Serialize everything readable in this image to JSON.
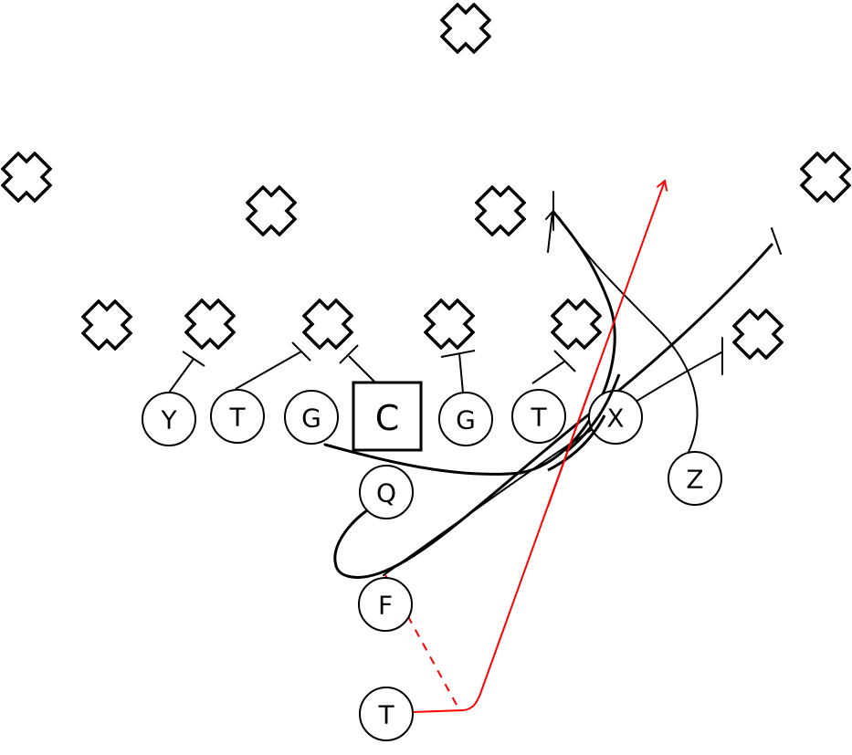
{
  "offense": [
    {
      "id": "Y",
      "label": "Y"
    },
    {
      "id": "LT",
      "label": "T"
    },
    {
      "id": "LG",
      "label": "G"
    },
    {
      "id": "C",
      "label": "C"
    },
    {
      "id": "RG",
      "label": "G"
    },
    {
      "id": "RT",
      "label": "T"
    },
    {
      "id": "X",
      "label": "X"
    },
    {
      "id": "Z",
      "label": "Z"
    },
    {
      "id": "Q",
      "label": "Q"
    },
    {
      "id": "F",
      "label": "F"
    },
    {
      "id": "TB",
      "label": "T"
    }
  ],
  "defense_marker": "X",
  "colors": {
    "ink": "#000000",
    "route": "#ff0000"
  }
}
